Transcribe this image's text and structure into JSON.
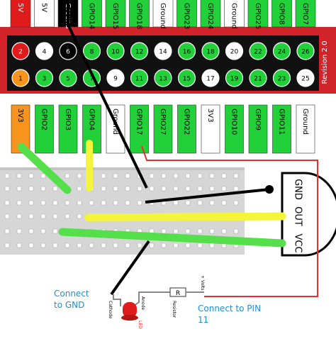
{
  "header": {
    "top_labels": [
      "5V",
      "5V",
      "Ground",
      "GPIO14",
      "GPIO15",
      "GPIO18",
      "Ground",
      "GPIO23",
      "GPIO24",
      "Ground",
      "GPIO25",
      "GPIO8",
      "GPIO7"
    ],
    "top_colors": [
      "#e01b1b",
      "#ffffff",
      "#000000",
      "#22d13a",
      "#22d13a",
      "#22d13a",
      "#ffffff",
      "#22d13a",
      "#22d13a",
      "#ffffff",
      "#22d13a",
      "#22d13a",
      "#22d13a"
    ],
    "top_pins": [
      "2",
      "4",
      "6",
      "8",
      "10",
      "12",
      "14",
      "16",
      "18",
      "20",
      "22",
      "24",
      "26"
    ],
    "bottom_pins": [
      "1",
      "3",
      "5",
      "7",
      "9",
      "11",
      "13",
      "15",
      "17",
      "19",
      "21",
      "23",
      "25"
    ],
    "bottom_labels": [
      "3V3",
      "GPIO2",
      "GPIO3",
      "GPIO4",
      "Ground",
      "GPIO17",
      "GPIO27",
      "GPIO22",
      "3V3",
      "GPIO10",
      "GPIO9",
      "GPIO11",
      "Ground"
    ],
    "bottom_colors": [
      "#f7941d",
      "#22d13a",
      "#22d13a",
      "#22d13a",
      "#ffffff",
      "#22d13a",
      "#22d13a",
      "#22d13a",
      "#ffffff",
      "#22d13a",
      "#22d13a",
      "#22d13a",
      "#ffffff"
    ],
    "revision": "Revision 2.0"
  },
  "sensor": {
    "pins": [
      "GND",
      "OUT",
      "VCC"
    ]
  },
  "annotations": {
    "connect_gnd": [
      "Connect",
      "to GND"
    ],
    "connect_pin": [
      "Connect to PIN",
      "11"
    ],
    "cathode": "Cathode",
    "anode": "Anode",
    "led": "LED",
    "resistor": "Resistor",
    "resistor_symbol": "R",
    "volts": "+ Volts"
  },
  "colors": {
    "board_red": "#d2232a",
    "header_black": "#111111",
    "wire_yellow": "#f4f43a",
    "wire_green": "#55e04b",
    "wire_red": "#e53030",
    "annotation_blue": "#1f8fd6"
  }
}
